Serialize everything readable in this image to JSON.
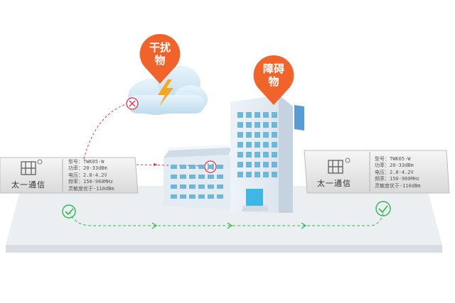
{
  "pins": {
    "interference": {
      "line1": "干扰",
      "line2": "物",
      "color": "#f0642c"
    },
    "obstacle": {
      "line1": "障碍",
      "line2": "物",
      "color": "#f0642c"
    }
  },
  "module_left": {
    "brand": "太一通信",
    "specs": [
      "型号：TWK05-W",
      "功率：20-33dBm",
      "电压：2.8-4.2V",
      "频率：150-960MHz",
      "灵敏度优于-110dBm"
    ]
  },
  "module_right": {
    "brand": "太一通信",
    "specs": [
      "型号：TWK05-W",
      "功率：20-33dBm",
      "电压：2.8-4.2V",
      "频率：150-960MHz",
      "灵敏度优于-110dBm"
    ]
  },
  "colors": {
    "fail": "#e0304a",
    "ok": "#2fb84f",
    "floor": "#e9ecef",
    "building": "#dfe9f3",
    "window": "#6fb7d8",
    "cloud": "#c9e3f0"
  }
}
